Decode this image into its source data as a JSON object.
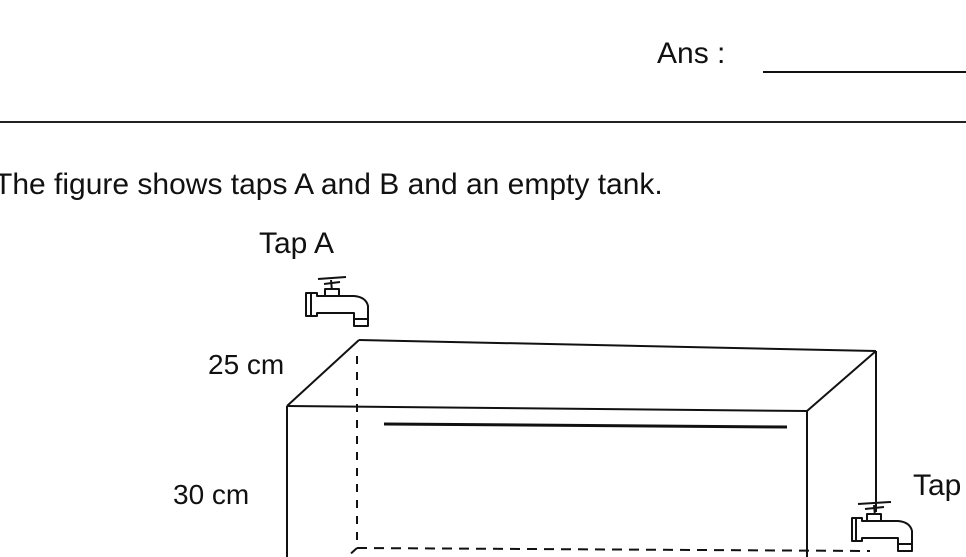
{
  "answer": {
    "label": "Ans :"
  },
  "question": {
    "text": "The figure shows taps A and B and an empty tank."
  },
  "figure": {
    "tap_a_label": "Tap A",
    "tap_b_label": "Tap",
    "dimension_depth": "25 cm",
    "dimension_height": "30 cm"
  }
}
